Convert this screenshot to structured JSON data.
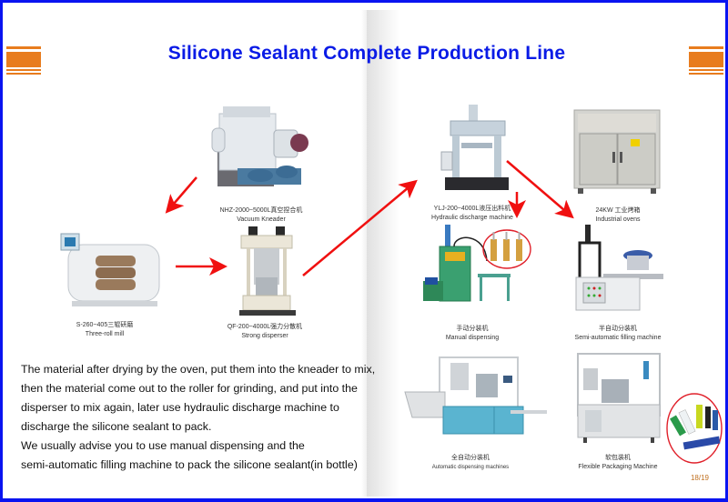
{
  "title": "Silicone Sealant Complete Production Line",
  "colors": {
    "title": "#0a1be6",
    "border": "#0a14f0",
    "accent_bars": "#e87c1e",
    "arrows": "#f01010",
    "highlight_circle": "#e0202a"
  },
  "machines": [
    {
      "id": "vacuum-kneader",
      "model_cn": "NHZ-2000~5000L真空捏合机",
      "name_en": "Vacuum Kneader"
    },
    {
      "id": "three-roll-mill",
      "model_cn": "S-260~405三辊研磨",
      "name_en": "Three-roll mill"
    },
    {
      "id": "strong-disperser",
      "model_cn": "QF-200~4000L强力分散机",
      "name_en": "Strong disperser"
    },
    {
      "id": "hydraulic-discharge",
      "model_cn": "YLJ-200~4000L液压出料机",
      "name_en": "Hydraulic discharge machine"
    },
    {
      "id": "industrial-ovens",
      "model_cn": "24KW  工业烤箱",
      "name_en": "Industrial ovens"
    },
    {
      "id": "manual-dispensing",
      "model_cn": "手动分装机",
      "name_en": "Manual dispensing"
    },
    {
      "id": "semi-auto-filling",
      "model_cn": "半自动分装机",
      "name_en": "Semi-automatic filling machine"
    },
    {
      "id": "auto-dispensing",
      "model_cn": "全自动分装机",
      "name_en": "Automatic dispensing machines"
    },
    {
      "id": "flexible-packaging",
      "model_cn": "软包装机",
      "name_en": "Flexible Packaging Machine"
    }
  ],
  "description": [
    "The material after drying by the oven, put them into the kneader to mix,",
    "then the material come out to the roller for grinding, and put into the",
    "disperser to mix again, later use hydraulic discharge machine to",
    "discharge the silicone sealant to pack.",
    "We usually advise you to use manual dispensing and the",
    "semi-automatic filling machine to pack the silicone sealant(in bottle)"
  ],
  "page_number": "18/19"
}
